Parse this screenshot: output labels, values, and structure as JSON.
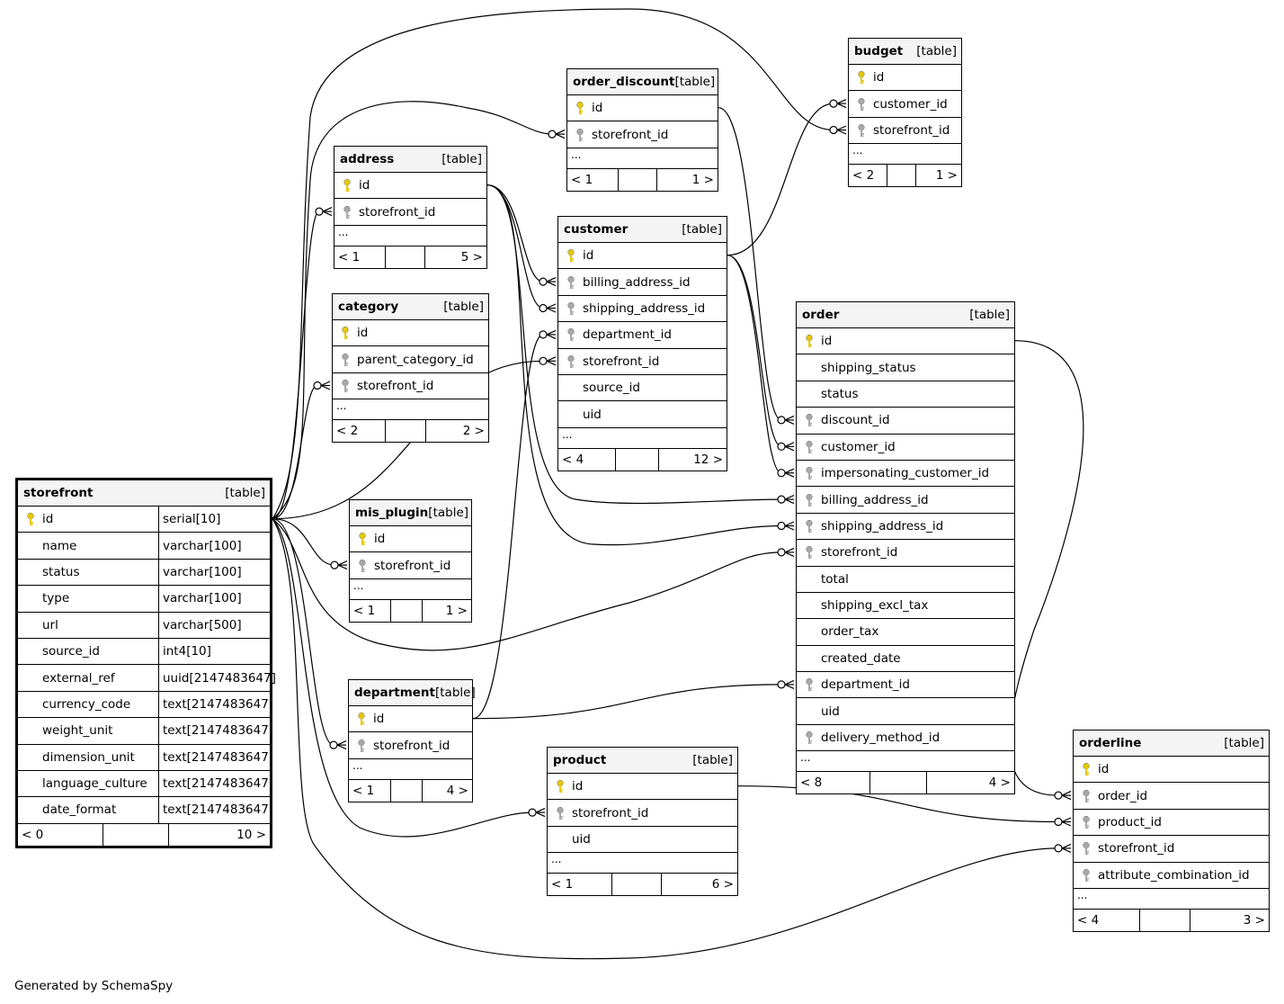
{
  "footer": "Generated by SchemaSpy",
  "table_kind": "[table]",
  "tables": [
    {
      "key": "storefront",
      "name": "storefront",
      "focus": true,
      "left": "< 0",
      "right": "10 >",
      "columns": [
        {
          "name": "id",
          "type": "serial[10]",
          "key": "pk"
        },
        {
          "name": "name",
          "type": "varchar[100]"
        },
        {
          "name": "status",
          "type": "varchar[100]"
        },
        {
          "name": "type",
          "type": "varchar[100]"
        },
        {
          "name": "url",
          "type": "varchar[500]"
        },
        {
          "name": "source_id",
          "type": "int4[10]"
        },
        {
          "name": "external_ref",
          "type": "uuid[2147483647]"
        },
        {
          "name": "currency_code",
          "type": "text[2147483647]"
        },
        {
          "name": "weight_unit",
          "type": "text[2147483647]"
        },
        {
          "name": "dimension_unit",
          "type": "text[2147483647]"
        },
        {
          "name": "language_culture",
          "type": "text[2147483647]"
        },
        {
          "name": "date_format",
          "type": "text[2147483647]"
        }
      ]
    },
    {
      "key": "address",
      "name": "address",
      "left": "< 1",
      "right": "5 >",
      "columns": [
        {
          "name": "id",
          "key": "pk"
        },
        {
          "name": "storefront_id",
          "key": "fk"
        }
      ]
    },
    {
      "key": "category",
      "name": "category",
      "left": "< 2",
      "right": "2 >",
      "columns": [
        {
          "name": "id",
          "key": "pk"
        },
        {
          "name": "parent_category_id",
          "key": "fk"
        },
        {
          "name": "storefront_id",
          "key": "fk"
        }
      ]
    },
    {
      "key": "mis_plugin",
      "name": "mis_plugin",
      "left": "< 1",
      "right": "1 >",
      "columns": [
        {
          "name": "id",
          "key": "pk"
        },
        {
          "name": "storefront_id",
          "key": "fk"
        }
      ]
    },
    {
      "key": "department",
      "name": "department",
      "left": "< 1",
      "right": "4 >",
      "columns": [
        {
          "name": "id",
          "key": "pk"
        },
        {
          "name": "storefront_id",
          "key": "fk"
        }
      ]
    },
    {
      "key": "order_discount",
      "name": "order_discount",
      "left": "< 1",
      "right": "1 >",
      "columns": [
        {
          "name": "id",
          "key": "pk"
        },
        {
          "name": "storefront_id",
          "key": "fk"
        }
      ]
    },
    {
      "key": "customer",
      "name": "customer",
      "left": "< 4",
      "right": "12 >",
      "columns": [
        {
          "name": "id",
          "key": "pk"
        },
        {
          "name": "billing_address_id",
          "key": "fk"
        },
        {
          "name": "shipping_address_id",
          "key": "fk"
        },
        {
          "name": "department_id",
          "key": "fk"
        },
        {
          "name": "storefront_id",
          "key": "fk"
        },
        {
          "name": "source_id"
        },
        {
          "name": "uid"
        }
      ]
    },
    {
      "key": "budget",
      "name": "budget",
      "left": "< 2",
      "right": "1 >",
      "columns": [
        {
          "name": "id",
          "key": "pk"
        },
        {
          "name": "customer_id",
          "key": "fk"
        },
        {
          "name": "storefront_id",
          "key": "fk"
        }
      ]
    },
    {
      "key": "order",
      "name": "order",
      "left": "< 8",
      "right": "4 >",
      "columns": [
        {
          "name": "id",
          "key": "pk"
        },
        {
          "name": "shipping_status"
        },
        {
          "name": "status"
        },
        {
          "name": "discount_id",
          "key": "fk"
        },
        {
          "name": "customer_id",
          "key": "fk"
        },
        {
          "name": "impersonating_customer_id",
          "key": "fk"
        },
        {
          "name": "billing_address_id",
          "key": "fk"
        },
        {
          "name": "shipping_address_id",
          "key": "fk"
        },
        {
          "name": "storefront_id",
          "key": "fk"
        },
        {
          "name": "total"
        },
        {
          "name": "shipping_excl_tax"
        },
        {
          "name": "order_tax"
        },
        {
          "name": "created_date"
        },
        {
          "name": "department_id",
          "key": "fk"
        },
        {
          "name": "uid"
        },
        {
          "name": "delivery_method_id",
          "key": "fk"
        }
      ]
    },
    {
      "key": "product",
      "name": "product",
      "left": "< 1",
      "right": "6 >",
      "columns": [
        {
          "name": "id",
          "key": "pk"
        },
        {
          "name": "storefront_id",
          "key": "fk"
        },
        {
          "name": "uid"
        }
      ]
    },
    {
      "key": "orderline",
      "name": "orderline",
      "left": "< 4",
      "right": "3 >",
      "columns": [
        {
          "name": "id",
          "key": "pk"
        },
        {
          "name": "order_id",
          "key": "fk"
        },
        {
          "name": "product_id",
          "key": "fk"
        },
        {
          "name": "storefront_id",
          "key": "fk"
        },
        {
          "name": "attribute_combination_id",
          "key": "fk"
        }
      ]
    }
  ],
  "relationships": [
    {
      "from": "storefront.id",
      "to": "address.storefront_id"
    },
    {
      "from": "storefront.id",
      "to": "category.storefront_id"
    },
    {
      "from": "storefront.id",
      "to": "mis_plugin.storefront_id"
    },
    {
      "from": "storefront.id",
      "to": "department.storefront_id"
    },
    {
      "from": "storefront.id",
      "to": "product.storefront_id"
    },
    {
      "from": "storefront.id",
      "to": "order_discount.storefront_id"
    },
    {
      "from": "storefront.id",
      "to": "budget.storefront_id"
    },
    {
      "from": "storefront.id",
      "to": "customer.storefront_id"
    },
    {
      "from": "storefront.id",
      "to": "order.storefront_id"
    },
    {
      "from": "storefront.id",
      "to": "orderline.storefront_id"
    },
    {
      "from": "address.id",
      "to": "customer.billing_address_id"
    },
    {
      "from": "address.id",
      "to": "customer.shipping_address_id"
    },
    {
      "from": "address.id",
      "to": "order.billing_address_id"
    },
    {
      "from": "address.id",
      "to": "order.shipping_address_id"
    },
    {
      "from": "department.id",
      "to": "customer.department_id"
    },
    {
      "from": "department.id",
      "to": "order.department_id"
    },
    {
      "from": "customer.id",
      "to": "budget.customer_id"
    },
    {
      "from": "customer.id",
      "to": "order.customer_id"
    },
    {
      "from": "customer.id",
      "to": "order.impersonating_customer_id"
    },
    {
      "from": "order_discount.id",
      "to": "order.discount_id"
    },
    {
      "from": "order.id",
      "to": "orderline.order_id"
    },
    {
      "from": "product.id",
      "to": "orderline.product_id"
    }
  ],
  "colors": {
    "pk_key": "#e6c800",
    "fk_key": "#a8a8a8",
    "header": "#f4f4f4",
    "line": "#000000"
  }
}
